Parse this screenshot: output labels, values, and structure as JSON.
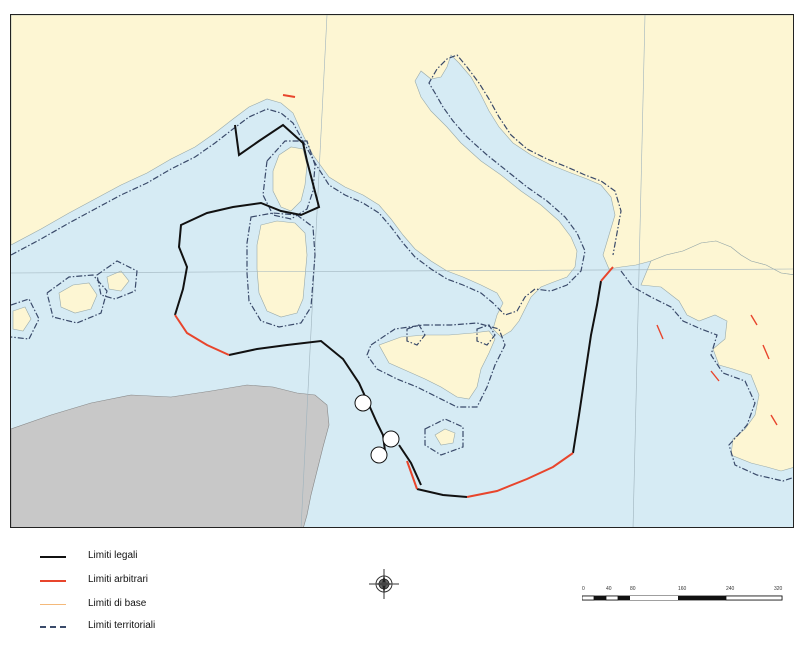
{
  "colors": {
    "sea": "#d6ebf4",
    "land_italy": "#fdf6d3",
    "land_africa": "#c8c8c8",
    "legal_line": "#111111",
    "arbitrary_line": "#e8452c",
    "base_line": "#f4b97a",
    "territorial_line": "#3a4a6a"
  },
  "legend": {
    "items": [
      {
        "label": "Limiti legali",
        "type": "legal"
      },
      {
        "label": "Limiti arbitrari",
        "type": "arbitrary"
      },
      {
        "label": "Limiti di base",
        "type": "base"
      },
      {
        "label": "Limiti territoriali",
        "type": "territorial"
      }
    ]
  },
  "scale": {
    "labels": [
      "0",
      "40",
      "80",
      "160",
      "240",
      "320"
    ]
  },
  "icons": {
    "compass": "compass-rose-icon"
  }
}
